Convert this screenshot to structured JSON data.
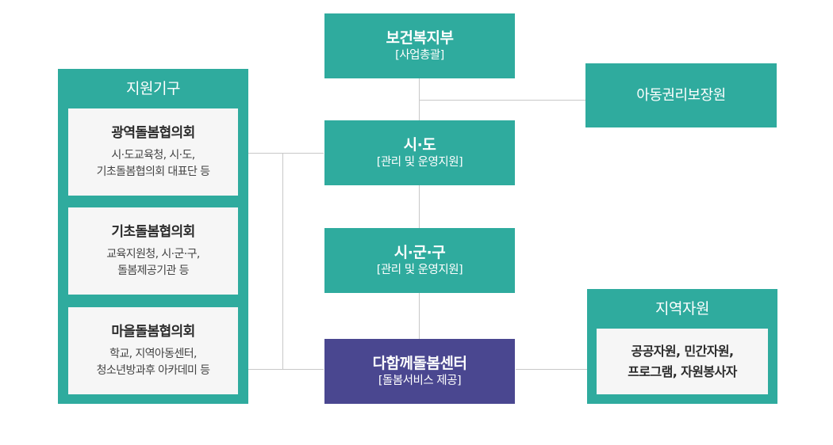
{
  "colors": {
    "teal": "#2fab9e",
    "purple": "#4a4790",
    "card_bg": "#f6f6f6",
    "connector": "#c8c8c8"
  },
  "nodes": {
    "ministry": {
      "title": "보건복지부",
      "sub": "[사업총괄]"
    },
    "child_rights": {
      "title": "아동권리보장원"
    },
    "sido": {
      "title": "시·도",
      "sub": "[관리 및 운영지원]"
    },
    "sigungu": {
      "title": "시·군·구",
      "sub": "[관리 및 운영지원]"
    },
    "center": {
      "title": "다함께돌봄센터",
      "sub": "[돌봄서비스 제공]"
    }
  },
  "support_orgs": {
    "title": "지원기구",
    "cards": [
      {
        "title": "광역돌봄협의회",
        "lines": [
          "시·도교육청, 시·도,",
          "기초돌봄협의회 대표단 등"
        ]
      },
      {
        "title": "기초돌봄협의회",
        "lines": [
          "교육지원청, 시·군·구,",
          "돌봄제공기관 등"
        ]
      },
      {
        "title": "마을돌봄협의회",
        "lines": [
          "학교, 지역아동센터,",
          "청소년방과후 아카데미 등"
        ]
      }
    ]
  },
  "local_resources": {
    "title": "지역자원",
    "lines": [
      "공공자원, 민간자원,",
      "프로그램, 자원봉사자"
    ]
  }
}
